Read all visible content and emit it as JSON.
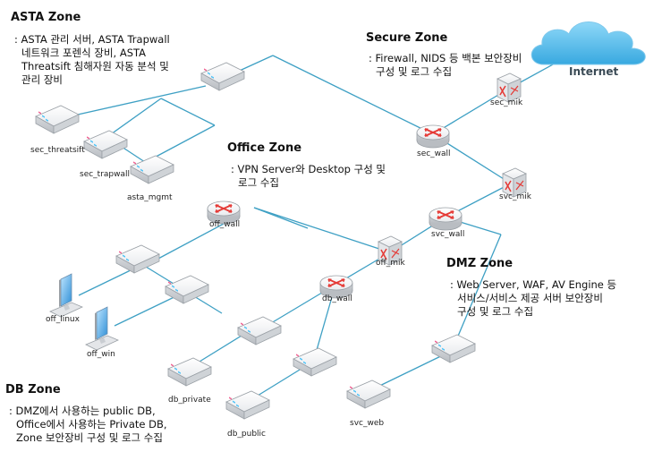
{
  "zones": {
    "asta": {
      "title": "ASTA Zone",
      "lines": [
        ": ASTA 관리 서버, ASTA Trapwall",
        "네트워크 포렌식 장비, ASTA",
        "Threatsift 침해자원 자동 분석 및",
        "관리 장비"
      ]
    },
    "secure": {
      "title": "Secure Zone",
      "lines": [
        ": Firewall, NIDS 등 백본 보안장비",
        "구성 및 로그 수집"
      ]
    },
    "office": {
      "title": "Office Zone",
      "lines": [
        ": VPN Server와 Desktop 구성 및",
        "로그 수집"
      ]
    },
    "dmz": {
      "title": "DMZ Zone",
      "lines": [
        ": Web Server, WAF, AV Engine 등",
        "서비스/서비스 제공 서버 보안장비",
        "구성 및 로그 수집"
      ]
    },
    "db": {
      "title": "DB Zone",
      "lines": [
        ": DMZ에서 사용하는 public DB,",
        "Office에서 사용하는 Private DB,",
        "Zone 보안장비 구성 및 로그 수집"
      ]
    }
  },
  "cloud_label": "Internet",
  "nodes": {
    "sec_mik": "sec_mik",
    "sec_wall": "sec_wall",
    "svc_mik": "svc_mik",
    "svc_wall": "svc_wall",
    "off_mik": "off_mik",
    "off_wall": "off_wall",
    "db_wall": "db_wall",
    "sec_threatsift": "sec_threatsift",
    "sec_trapwall": "sec_trapwall",
    "asta_mgmt": "asta_mgmt",
    "off_linux": "off_linux",
    "off_win": "off_win",
    "db_private": "db_private",
    "db_public": "db_public",
    "svc_web": "svc_web"
  },
  "colors": {
    "link": "#3ea0c4",
    "router": "#e53935",
    "cloud": "#4fc3f7"
  }
}
